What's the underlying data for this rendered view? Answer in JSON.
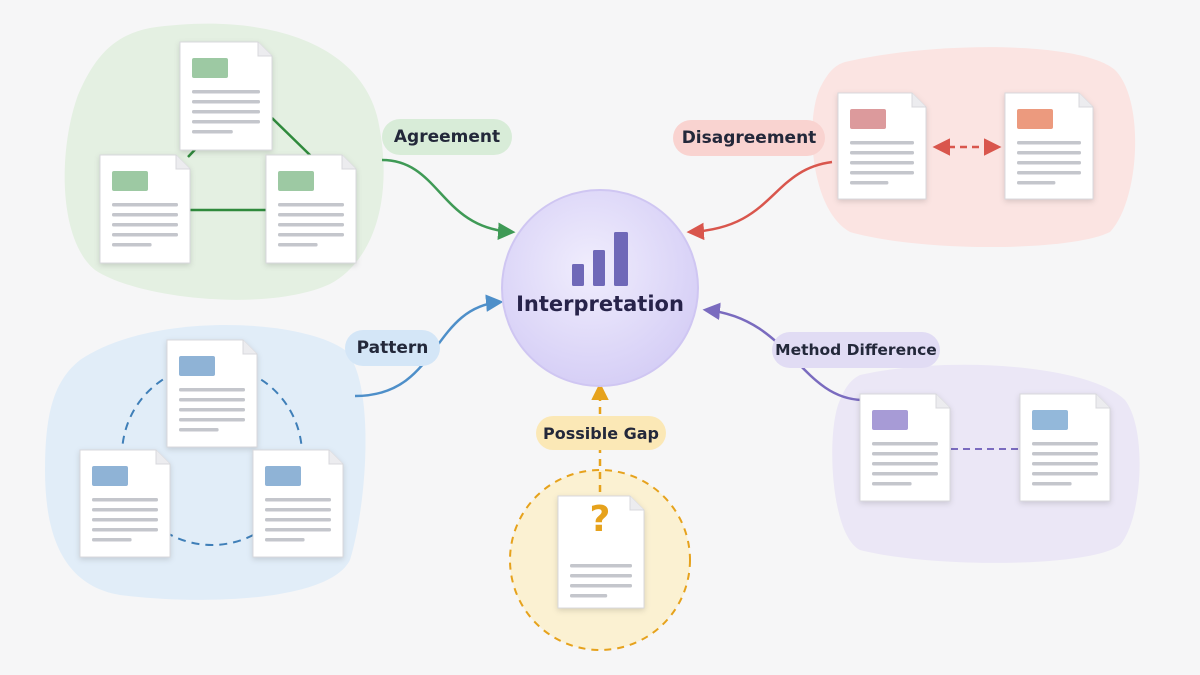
{
  "center": {
    "label": "Interpretation",
    "icon": "bar-chart-icon"
  },
  "relations": {
    "agreement": {
      "label": "Agreement",
      "color": "#3f9a56",
      "pill_bg": "#d8ecd8"
    },
    "disagreement": {
      "label": "Disagreement",
      "color": "#d9564d",
      "pill_bg": "#f9d3d0"
    },
    "pattern": {
      "label": "Pattern",
      "color": "#4e8fc9",
      "pill_bg": "#d4e6f7"
    },
    "method_difference": {
      "label": "Method Difference",
      "color": "#7a6bbf",
      "pill_bg": "#e1dcf4"
    },
    "possible_gap": {
      "label": "Possible Gap",
      "color": "#e6a21c",
      "pill_bg": "#fbe8b6",
      "symbol": "?"
    }
  },
  "colors": {
    "background": "#f6f6f7",
    "agreement_zone": "#e4f0e2",
    "disagreement_zone": "#fbe4e2",
    "pattern_zone": "#e1edf8",
    "method_zone": "#ebe7f6",
    "gap_zone": "#fbf1d2",
    "center_fill": "#e3defa"
  }
}
